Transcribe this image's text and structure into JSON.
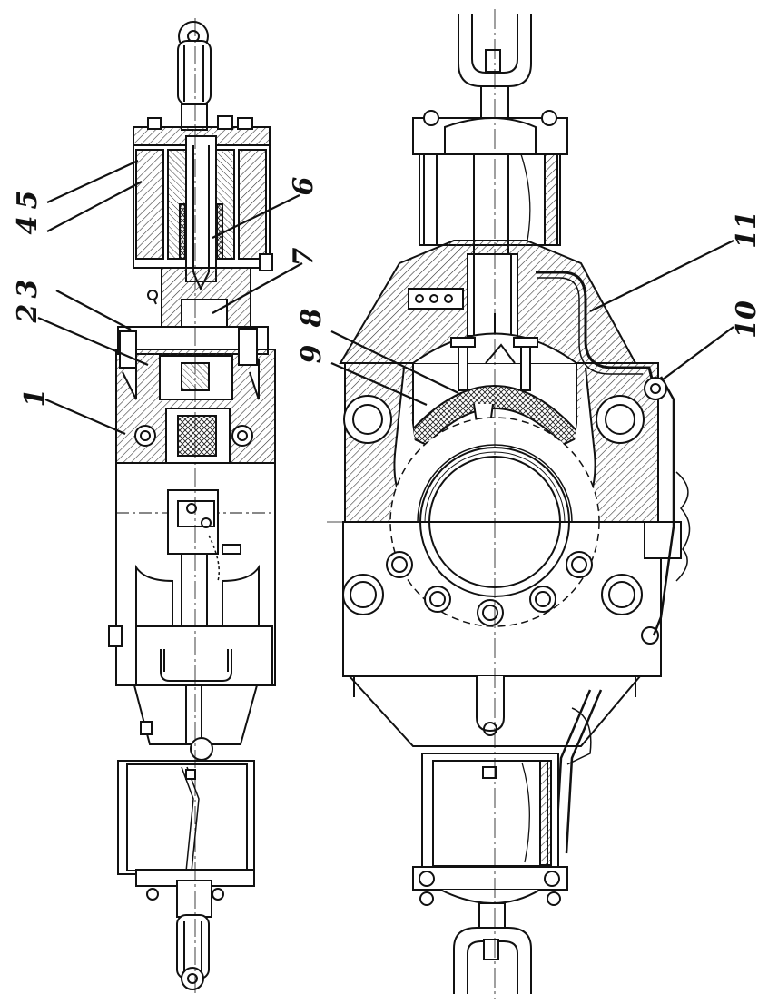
{
  "figure": {
    "callouts": [
      {
        "id": "1",
        "label": "1"
      },
      {
        "id": "2",
        "label": "2"
      },
      {
        "id": "3",
        "label": "3"
      },
      {
        "id": "4",
        "label": "4"
      },
      {
        "id": "5",
        "label": "5"
      },
      {
        "id": "6",
        "label": "6"
      },
      {
        "id": "7",
        "label": "7"
      },
      {
        "id": "8",
        "label": "8"
      },
      {
        "id": "9",
        "label": "9"
      },
      {
        "id": "10",
        "label": "10"
      },
      {
        "id": "11",
        "label": "11"
      }
    ]
  },
  "colors": {
    "ink": "#111111",
    "paper": "#ffffff",
    "hatch": "#333333",
    "panel": "#f3f3f3"
  }
}
